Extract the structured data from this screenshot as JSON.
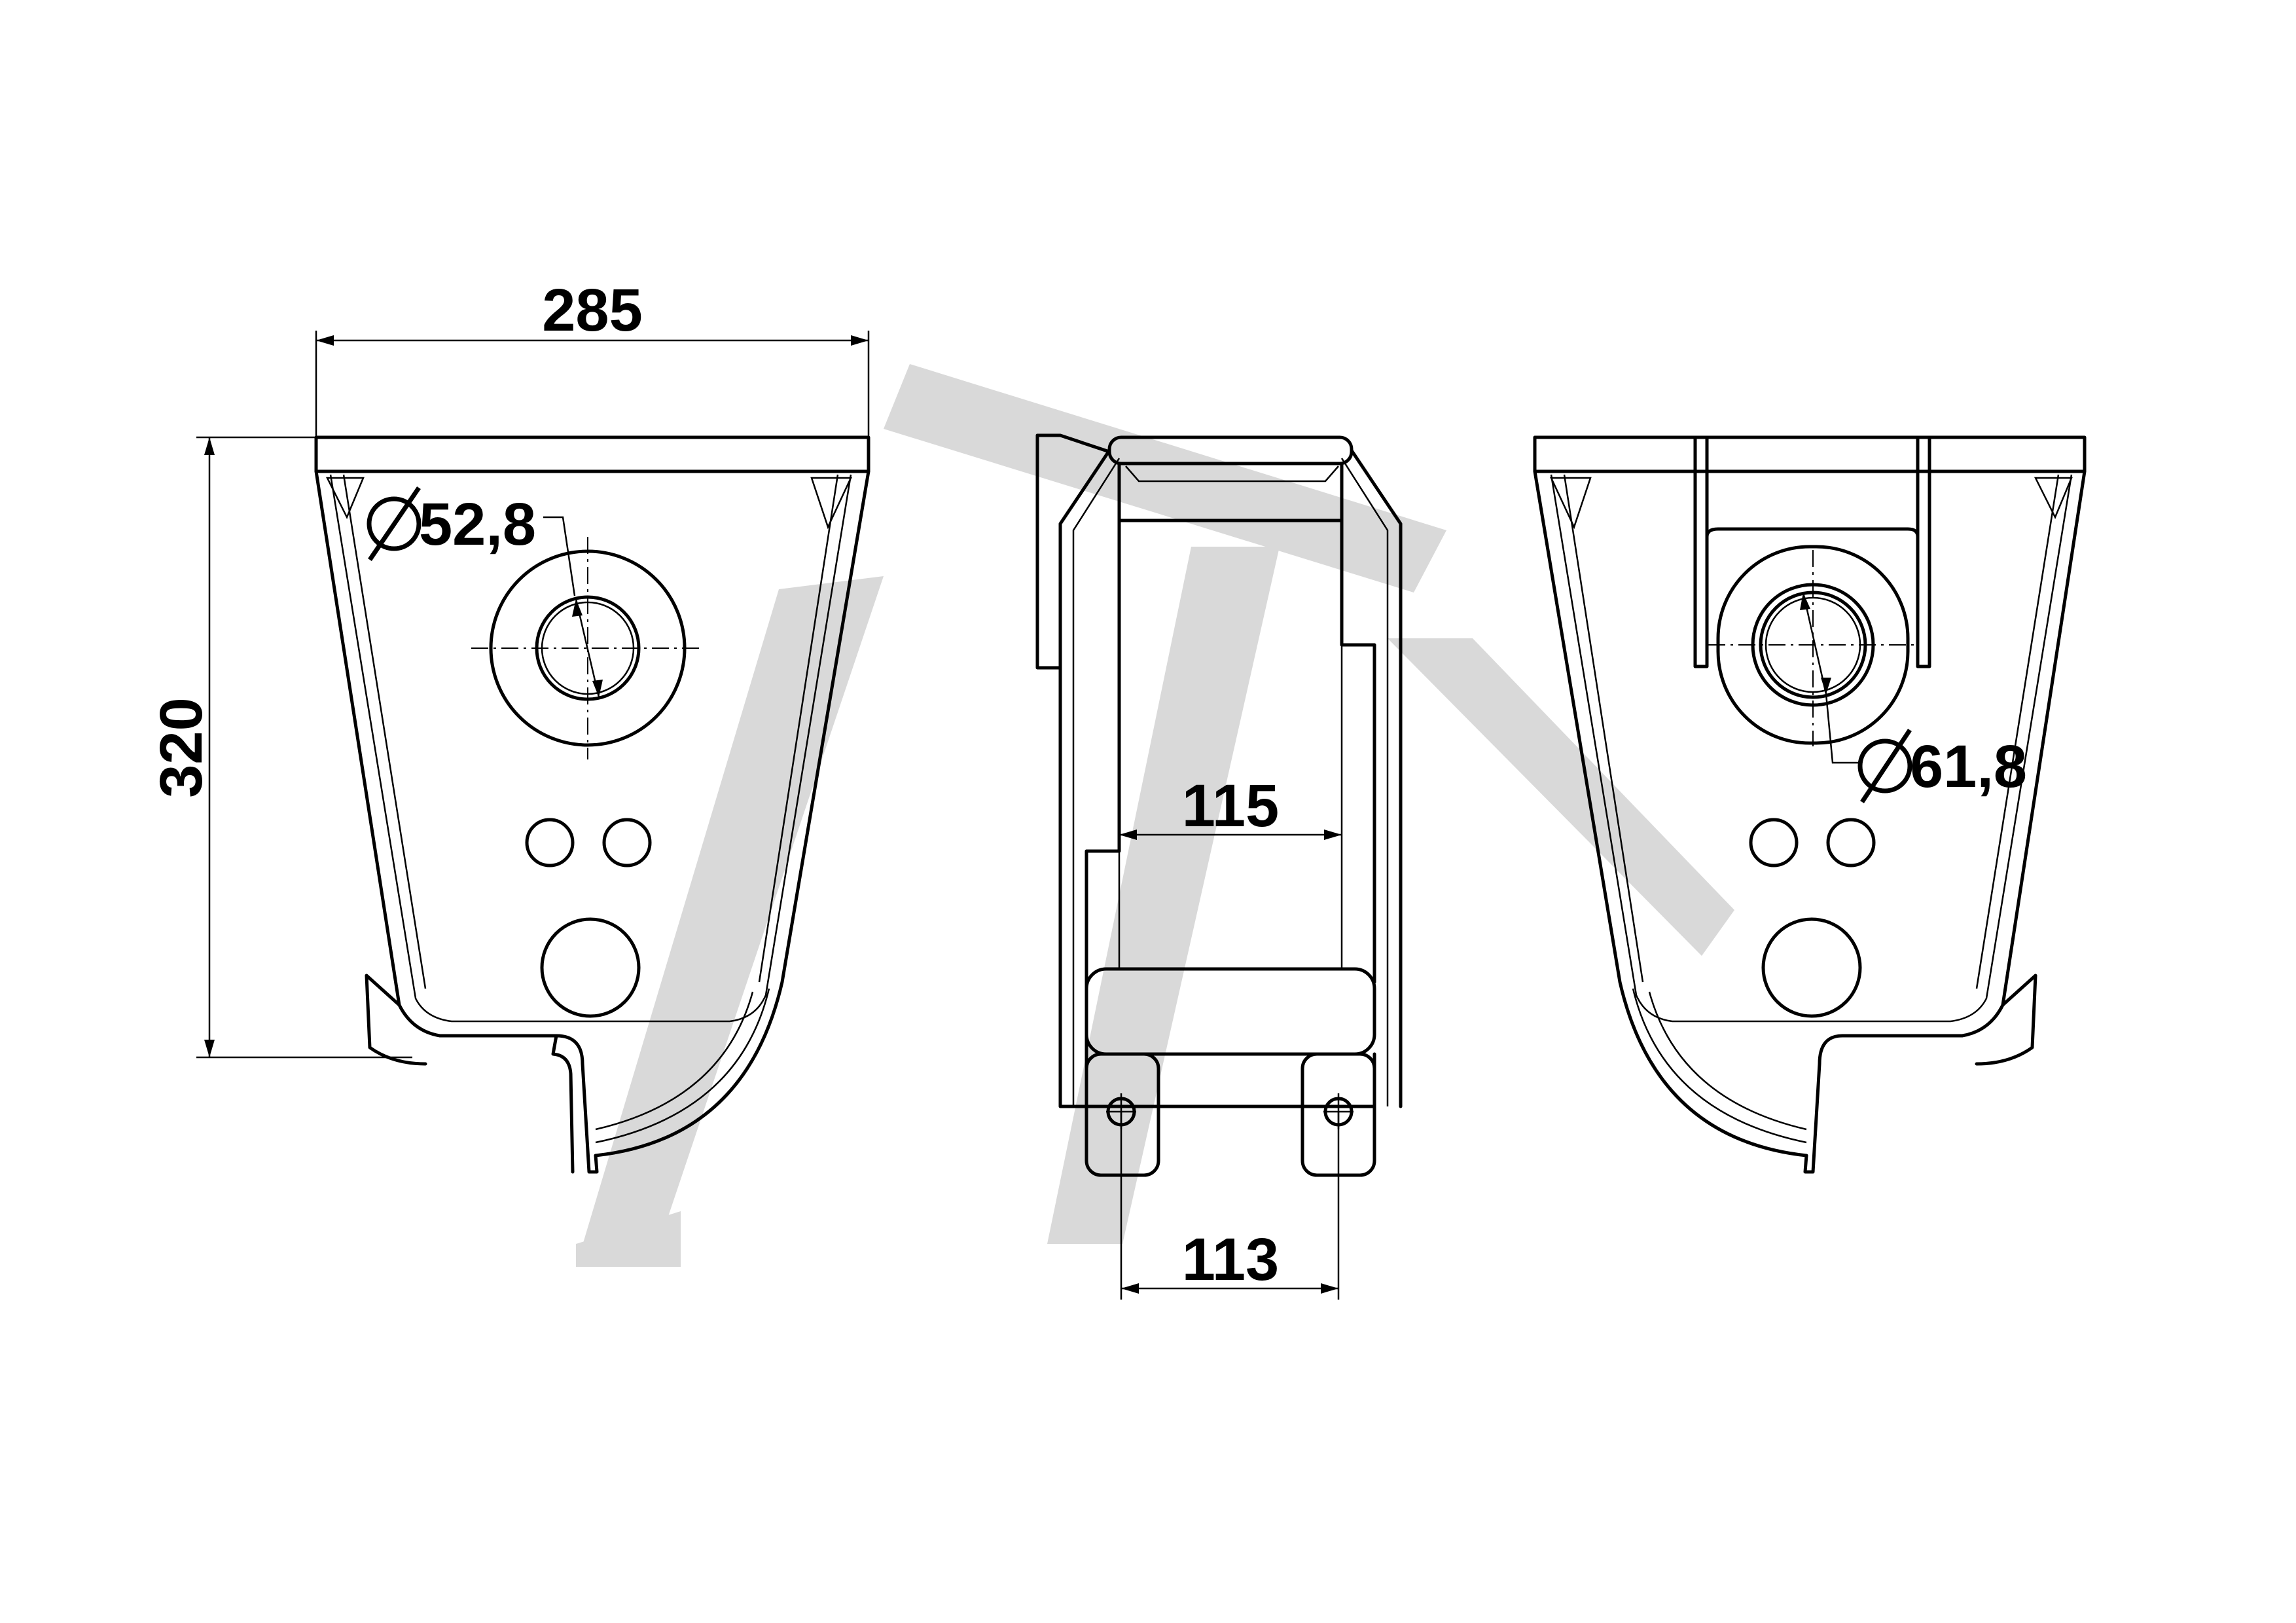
{
  "drawing": {
    "views": [
      "left-view",
      "front-view",
      "right-view"
    ],
    "watermark_icon": "logo-watermark",
    "colors": {
      "line": "#000000",
      "watermark": "#d9d9d9",
      "background": "#ffffff"
    }
  },
  "dimensions": {
    "overall_width": "285",
    "overall_height": "320",
    "bore_left": "52,8",
    "bore_right": "61,8",
    "inner_width": "115",
    "mount_spacing": "113"
  }
}
